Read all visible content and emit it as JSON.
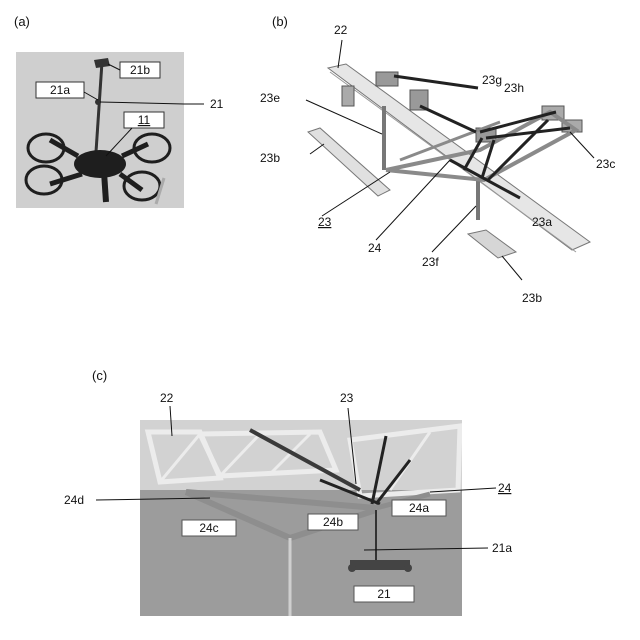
{
  "panels": {
    "a": {
      "label": "(a)",
      "callouts": {
        "c21b": "21b",
        "c21a": "21a",
        "c21": "21",
        "c11": "11"
      }
    },
    "b": {
      "label": "(b)",
      "callouts": {
        "c22": "22",
        "c23g": "23g",
        "c23h": "23h",
        "c23e": "23e",
        "c23b1": "23b",
        "c23c": "23c",
        "c23": "23",
        "c24": "24",
        "c23a": "23a",
        "c23f": "23f",
        "c23b2": "23b"
      }
    },
    "c": {
      "label": "(c)",
      "callouts": {
        "c22": "22",
        "c23": "23",
        "c24": "24",
        "c24d": "24d",
        "c24c": "24c",
        "c24b": "24b",
        "c24a": "24a",
        "c21a": "21a",
        "c21": "21"
      }
    }
  },
  "colors": {
    "photo_bg": "#c9c9c9",
    "structure": "#8a8a8a",
    "dark": "#2b2b2b",
    "line": "#111111"
  }
}
